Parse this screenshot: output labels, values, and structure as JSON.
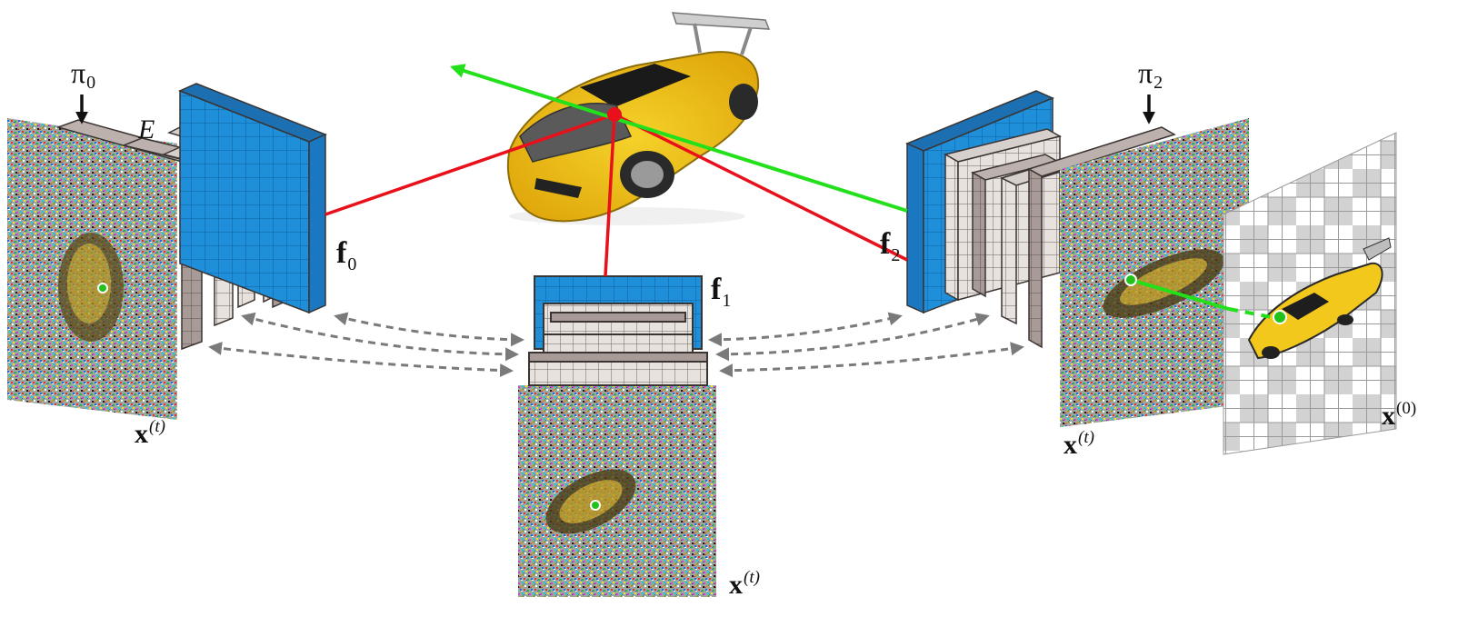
{
  "labels": {
    "encoder": "E",
    "x_t": "x",
    "x_t_sup": "(t)",
    "x_0": "x",
    "x_0_sup": "(0)",
    "feature_0": "f",
    "feature_0_sub": "0",
    "feature_1": "f",
    "feature_1_sub": "1",
    "feature_2": "f",
    "feature_2_sub": "2",
    "pose_0": "π",
    "pose_0_sub": "0",
    "pose_2": "π",
    "pose_2_sub": "2"
  },
  "colors": {
    "feature_blue": "#1f8fd9",
    "feature_blue_dark": "#1c6fb0",
    "layer_brown": "#a89a96",
    "layer_light": "#e6e0dc",
    "ray_red": "#e8101a",
    "ray_green": "#22e01a",
    "car_yellow": "#f2c81c",
    "arrow_gray": "#7a7a7a"
  },
  "icons": {
    "car": "sports-car-icon",
    "point": "point-marker-icon"
  }
}
